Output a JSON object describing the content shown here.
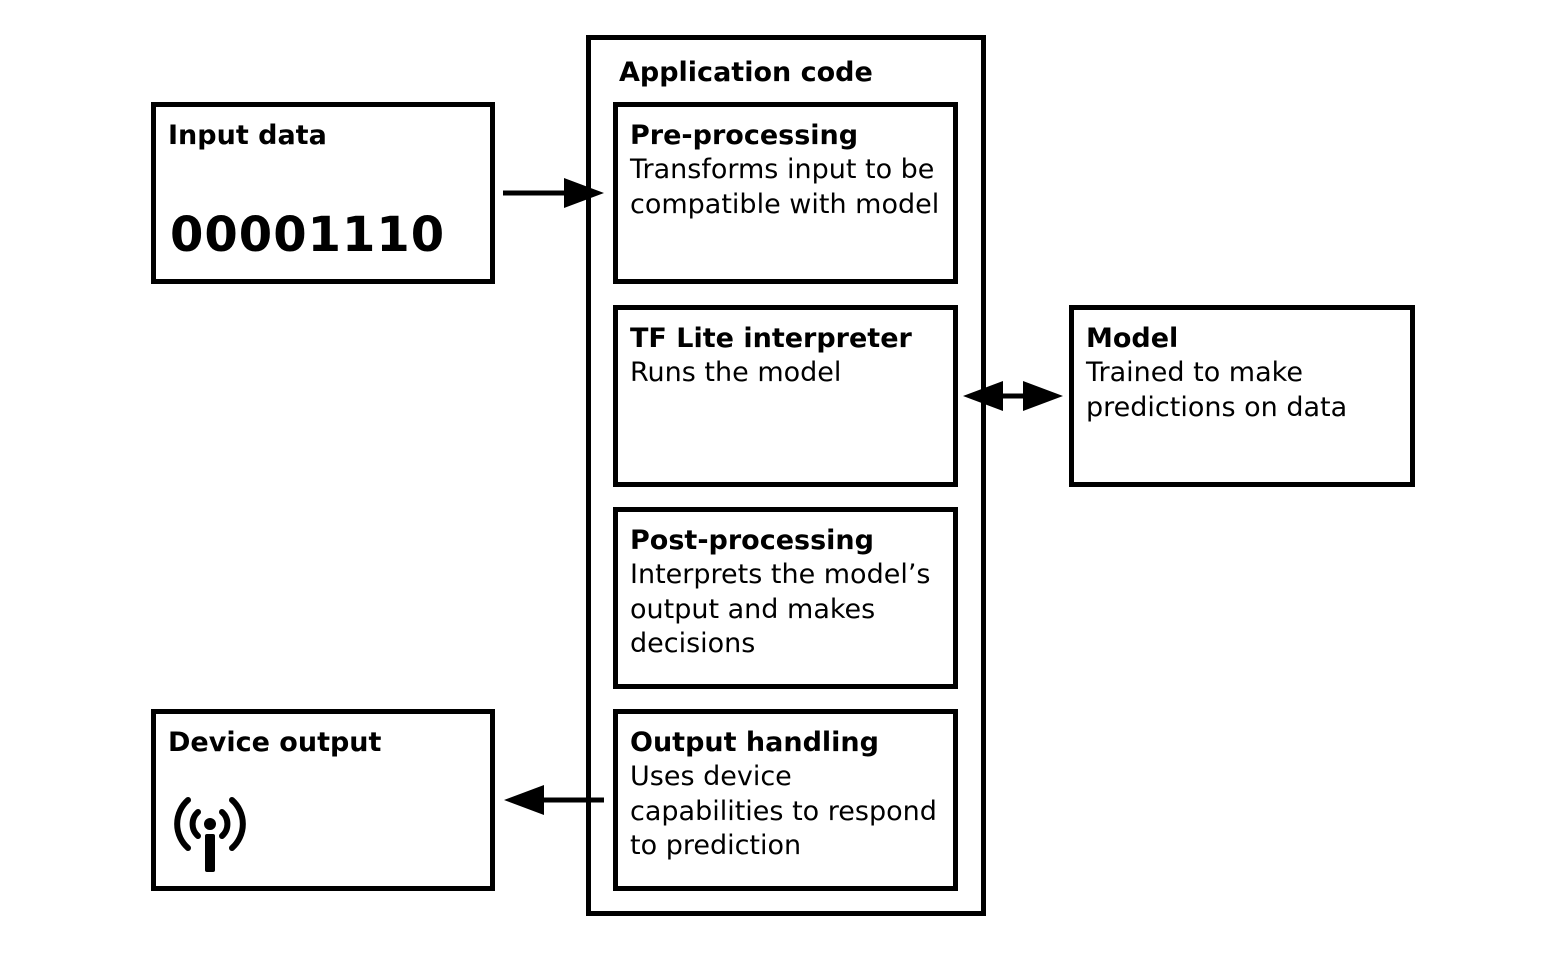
{
  "input_data": {
    "title": "Input data",
    "value": "00001110"
  },
  "application_code": {
    "title": "Application code",
    "stages": [
      {
        "title": "Pre-processing",
        "description": "Transforms input to be\ncompatible with model"
      },
      {
        "title": "TF Lite interpreter",
        "description": "Runs the model"
      },
      {
        "title": "Post-processing",
        "description": "Interprets the model’s\noutput and makes\ndecisions"
      },
      {
        "title": "Output handling",
        "description": "Uses device\ncapabilities to respond\nto prediction"
      }
    ]
  },
  "model": {
    "title": "Model",
    "description": "Trained to make\npredictions on data"
  },
  "device_output": {
    "title": "Device output",
    "icon": "broadcast-antenna-icon"
  },
  "colors": {
    "stroke": "#000000",
    "background": "#ffffff"
  }
}
